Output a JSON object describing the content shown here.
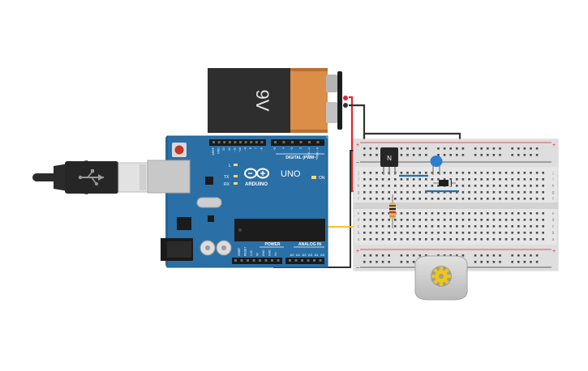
{
  "battery": {
    "label": "9V"
  },
  "arduino": {
    "brand": "ARDUINO",
    "model": "UNO",
    "on_label": "ON",
    "tx_label": "TX",
    "rx_label": "RX",
    "l_label": "L",
    "digital_header": "DIGITAL (PWM~)",
    "power_header": "POWER",
    "analog_header": "ANALOG IN",
    "digital_pins": [
      "AREF",
      "GND",
      "13",
      "12",
      "~11",
      "~10",
      "~9",
      "8",
      "7",
      "~6",
      "~5",
      "4",
      "~3",
      "2",
      "TX→1",
      "RX←0"
    ],
    "power_pins": [
      "IOREF",
      "RESET",
      "3.3V",
      "5V",
      "GND",
      "GND",
      "Vin"
    ],
    "analog_pins": [
      "A0",
      "A1",
      "A2",
      "A3",
      "A4",
      "A5"
    ]
  },
  "breadboard": {
    "row_letters_top": [
      "j",
      "i",
      "h",
      "g",
      "f"
    ],
    "row_letters_bottom": [
      "e",
      "d",
      "c",
      "b",
      "a"
    ],
    "rail_plus": "+",
    "rail_minus": "−"
  },
  "transistor": {
    "label": "N"
  },
  "colors": {
    "board": "#2a6fa6",
    "wire_red": "#e0262c",
    "wire_black": "#333333",
    "wire_yellow": "#f2c230",
    "battery_top": "#db8e48",
    "diode_blue": "#1f6fb5",
    "capacitor": "#2b7fd1"
  }
}
